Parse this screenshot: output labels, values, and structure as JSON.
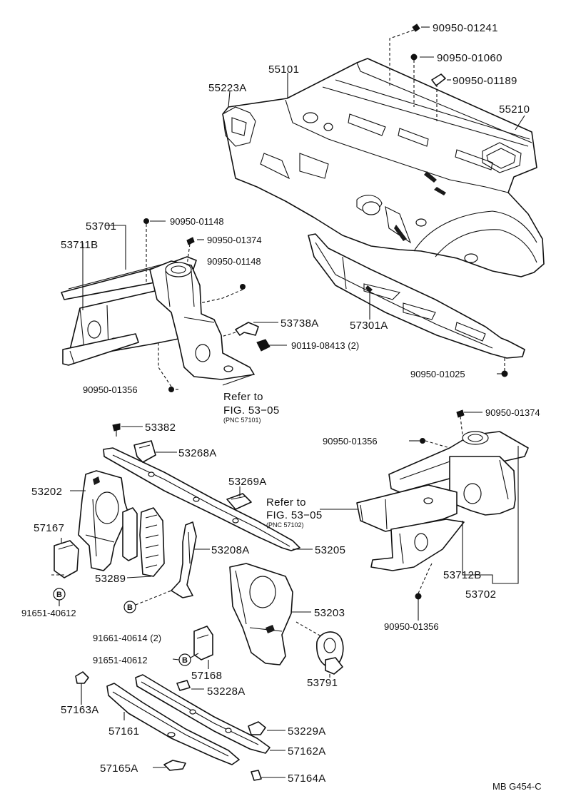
{
  "labels": {
    "p_90950_01241": "90950-01241",
    "p_90950_01060": "90950-01060",
    "p_90950_01189": "90950-01189",
    "p_55101": "55101",
    "p_55223A": "55223A",
    "p_55210": "55210",
    "p_53701": "53701",
    "p_53711B": "53711B",
    "p_90950_01148_a": "90950-01148",
    "p_90950_01374_a": "90950-01374",
    "p_90950_01148_b": "90950-01148",
    "p_53738A": "53738A",
    "p_90119_08413": "90119-08413 (2)",
    "p_57301A": "57301A",
    "p_90950_01356_a": "90950-01356",
    "p_90950_01025": "90950-01025",
    "refer_to_1": "Refer to",
    "fig_ref_1": "FIG. 53−05",
    "pnc_ref_1": "(PNC 57101)",
    "p_90950_01374_b": "90950-01374",
    "p_53382": "53382",
    "p_53268A": "53268A",
    "p_90950_01356_b": "90950-01356",
    "p_53269A": "53269A",
    "p_53202": "53202",
    "refer_to_2": "Refer to",
    "fig_ref_2": "FIG. 53−05",
    "pnc_ref_2": "(PNC 57102)",
    "p_57167": "57167",
    "p_53208A": "53208A",
    "p_53205": "53205",
    "p_53289": "53289",
    "p_53712B": "53712B",
    "p_53702": "53702",
    "p_91651_40612_a": "91651-40612",
    "p_53203": "53203",
    "p_90950_01356_c": "90950-01356",
    "p_91661_40614": "91661-40614 (2)",
    "p_91651_40612_b": "91651-40612",
    "p_57168": "57168",
    "p_53791": "53791",
    "p_53228A": "53228A",
    "p_57163A": "57163A",
    "p_53229A": "53229A",
    "p_57161": "57161",
    "p_57162A": "57162A",
    "p_57165A": "57165A",
    "p_57164A": "57164A",
    "figure_code": "MB G454-C",
    "bolt_badge": "B"
  }
}
